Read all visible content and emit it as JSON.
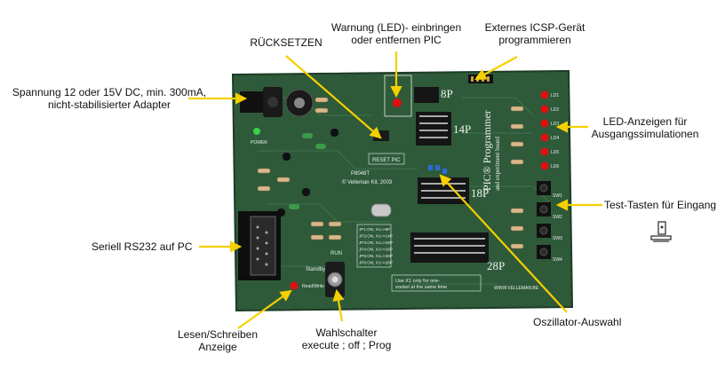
{
  "labels": {
    "reset": "RÜCKSETZEN",
    "warning_line1": "Warnung (LED)- einbringen",
    "warning_line2": "oder entfernen PIC",
    "icsp_line1": "Externes ICSP-Gerät",
    "icsp_line2": "programmieren",
    "power_line1": "Spannung 12 oder 15V DC, min. 300mA,",
    "power_line2": "nicht-stabilisierter Adapter",
    "led_line1": "LED-Anzeigen für",
    "led_line2": "Ausgangssimulationen",
    "test_keys": "Test-Tasten für Eingang",
    "serial": "Seriell RS232 auf PC",
    "oscillator": "Oszillator-Auswahl",
    "rw_line1": "Lesen/Schreiben",
    "rw_line2": "Anzeige",
    "switch_line1": "Wahlschalter",
    "switch_line2": "execute ; off ; Prog"
  },
  "board": {
    "title_line1": "PIC® Programmer",
    "title_line2": "and experiment board",
    "model": "P8048T",
    "copyright": "© Velleman Kit, 2003",
    "socket_8": "8P",
    "socket_14": "14P",
    "socket_18": "18P",
    "socket_28": "28P",
    "reset_pic": "RESET PIC",
    "run": "RUN",
    "standby": "Standby",
    "read_write": "Read/Write",
    "note_line1": "Use X1 only for one-",
    "note_line2": "socket at the same time",
    "website": "WWW.VELLEMAN.BE",
    "power_led": "POWER",
    "jumper_lines": [
      "JP1:ON, X1=>8P",
      "JP2:ON, X1=>14P",
      "JP3:ON, X1=>18P",
      "JP4:ON, X1=>18P",
      "JP5:ON, X1=>28P",
      "JP6:ON, X1=>28P"
    ],
    "led_names": [
      "LD1",
      "LD2",
      "LD3",
      "LD4",
      "LD5",
      "LD6"
    ],
    "switch_names": [
      "SW1",
      "SW2",
      "SW3",
      "SW4"
    ]
  },
  "colors": {
    "pcb": "#2e5a3a",
    "arrow": "#f5d000",
    "led": "#e01010"
  }
}
